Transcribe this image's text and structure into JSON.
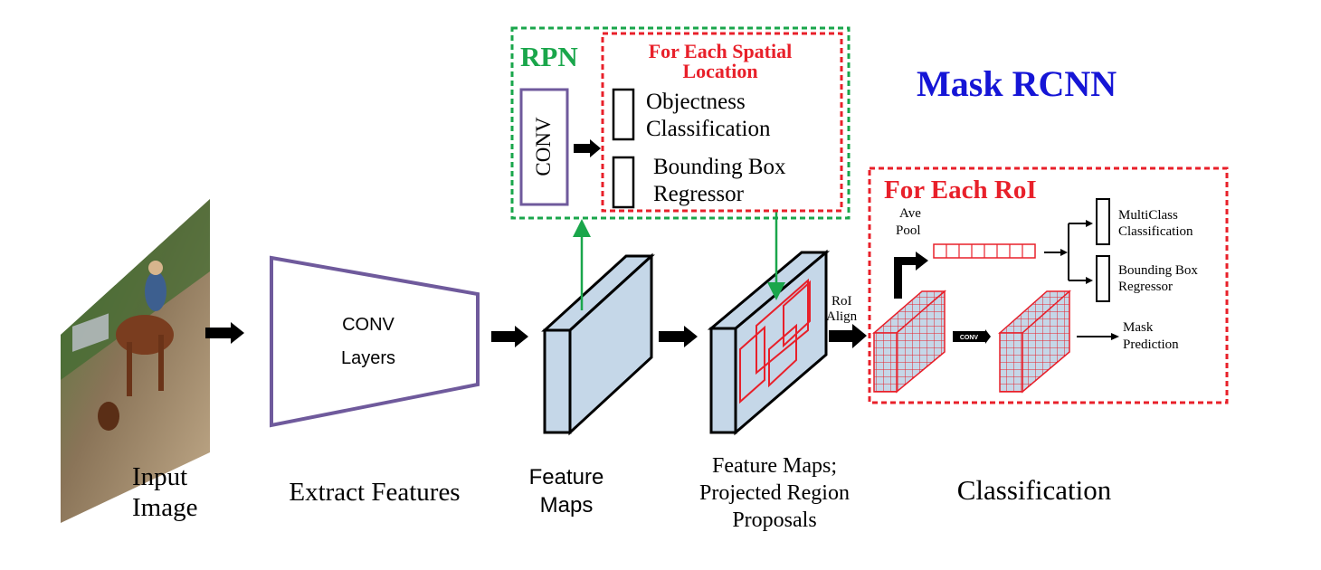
{
  "title": "Mask RCNN",
  "input": {
    "label_line1": "Input",
    "label_line2": "Image"
  },
  "backbone": {
    "box_line1": "CONV",
    "box_line2": "Layers",
    "caption": "Extract Features"
  },
  "feature_maps": {
    "caption_line1": "Feature",
    "caption_line2": "Maps"
  },
  "projected": {
    "caption_line1": "Feature Maps;",
    "caption_line2": "Projected Region",
    "caption_line3": "Proposals"
  },
  "rpn": {
    "label": "RPN",
    "conv": "CONV",
    "spatial_title_line1": "For Each Spatial",
    "spatial_title_line2": "Location",
    "objectness_line1": "Objectness",
    "objectness_line2": "Classification",
    "bbox_line1": "Bounding Box",
    "bbox_line2": "Regressor"
  },
  "roi_align": {
    "line1": "RoI",
    "line2": "Align"
  },
  "head": {
    "title": "For Each RoI",
    "avepool_line1": "Ave",
    "avepool_line2": "Pool",
    "conv_small": "CONV",
    "multiclass_line1": "MultiClass",
    "multiclass_line2": "Classification",
    "bbox_line1": "Bounding Box",
    "bbox_line2": "Regressor",
    "mask_line1": "Mask",
    "mask_line2": "Prediction"
  },
  "classification_caption": "Classification",
  "colors": {
    "rpn_green": "#1aa64b",
    "red": "#e8202a",
    "title_blue": "#1515d6",
    "conv_purple": "#6f5a9c",
    "fmap_fill": "#c5d7e8"
  }
}
